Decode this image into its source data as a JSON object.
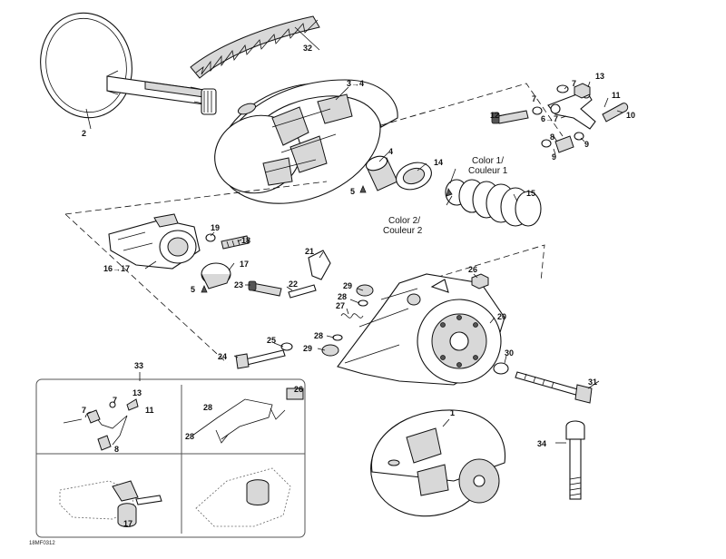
{
  "callouts": {
    "c1": "1",
    "c2": "2",
    "c3to4": "3→4",
    "c4": "4",
    "c5a": "5",
    "c5b": "5",
    "c6to7": "6→7",
    "c7a": "7",
    "c7b": "7",
    "c8": "8",
    "c9a": "9",
    "c9b": "9",
    "c10": "10",
    "c11": "11",
    "c12": "12",
    "c13": "13",
    "c14": "14",
    "c15": "15",
    "c16to17": "16→17",
    "c17": "17",
    "c18": "18",
    "c19": "19",
    "c20": "20",
    "c21": "21",
    "c22": "22",
    "c23": "23",
    "c24": "24",
    "c25": "25",
    "c26": "26",
    "c27": "27",
    "c28a": "28",
    "c28b": "28",
    "c29a": "29",
    "c29b": "29",
    "c30": "30",
    "c31": "31",
    "c32": "32",
    "c33": "33",
    "c34": "34"
  },
  "color_notes": {
    "color1_line1": "Color 1/",
    "color1_line2": "Couleur 1",
    "color2_line1": "Color 2/",
    "color2_line2": "Couleur 2"
  },
  "inset": {
    "c7a": "7",
    "c7b": "7",
    "c13": "13",
    "c11": "11",
    "c8": "8",
    "c28a": "28",
    "c28b": "28",
    "c26": "26",
    "c17": "17"
  },
  "figure_code": "18MF0312"
}
